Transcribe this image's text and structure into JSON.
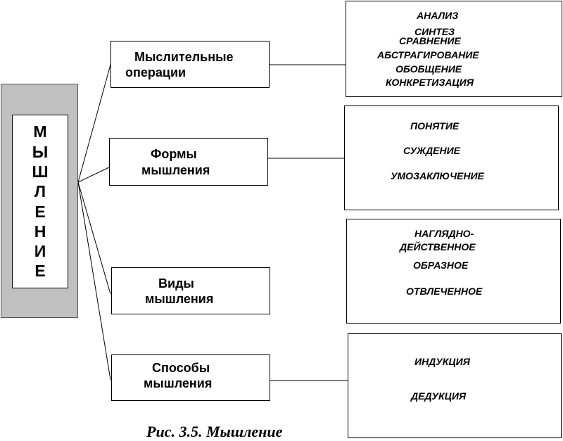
{
  "center": {
    "letters": [
      "М",
      "Ы",
      "Ш",
      "Л",
      "Е",
      "Н",
      "И",
      "Е"
    ]
  },
  "categories": [
    {
      "line1": "Мыслительные",
      "line2": "операции"
    },
    {
      "line1": "Формы",
      "line2": "мышления"
    },
    {
      "line1": "Виды",
      "line2": "мышления"
    },
    {
      "line1": "Способы",
      "line2": "мышления"
    }
  ],
  "details": [
    {
      "items": [
        "АНАЛИЗ",
        "СИНТЕЗ",
        "СРАВНЕНИЕ",
        "АБСТРАГИРОВАНИЕ",
        "ОБОБЩЕНИЕ",
        "КОНКРЕТИЗАЦИЯ"
      ]
    },
    {
      "items": [
        "ПОНЯТИЕ",
        "СУЖДЕНИЕ",
        "УМОЗАКЛЮЧЕНИЕ"
      ]
    },
    {
      "items": [
        "НАГЛЯДНО-",
        "ДЕЙСТВЕННОЕ",
        "ОБРАЗНОЕ",
        "ОТВЛЕЧЕННОЕ"
      ]
    },
    {
      "items": [
        "ИНДУКЦИЯ",
        "ДЕДУКЦИЯ"
      ]
    }
  ],
  "caption": "Рис. 3.5. Мышление"
}
